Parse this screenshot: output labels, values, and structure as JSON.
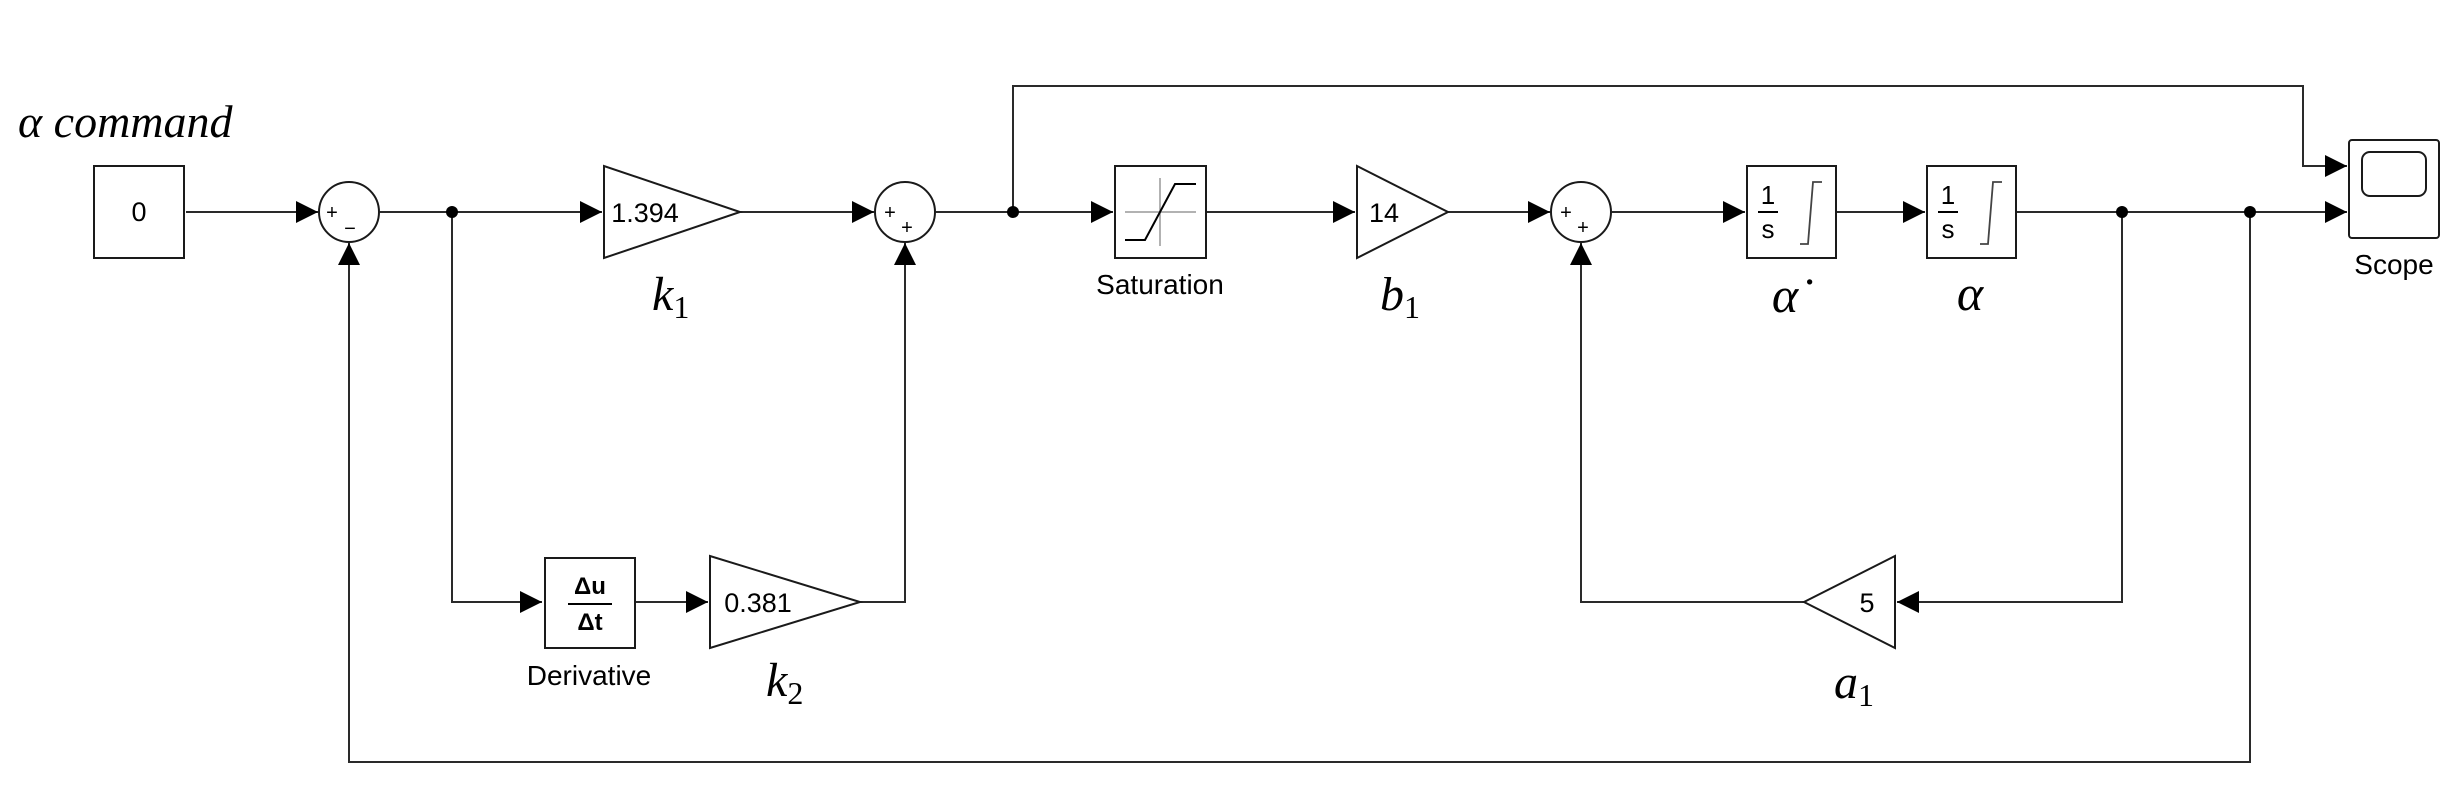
{
  "input_label": "α command",
  "blocks": {
    "constant": "0",
    "k1_gain": "1.394",
    "k2_gain": "0.381",
    "b1_gain": "14",
    "a1_gain": "5",
    "derivative_num": "Δu",
    "derivative_den": "Δt",
    "derivative_label": "Derivative",
    "saturation_label": "Saturation",
    "integrator_num": "1",
    "integrator_den": "s",
    "scope_label": "Scope"
  },
  "sum_signs": {
    "sum1": [
      "+",
      "−"
    ],
    "sum2": [
      "+",
      "+"
    ],
    "sum3": [
      "+",
      "+"
    ]
  },
  "symbols": {
    "k1": {
      "base": "k",
      "sub": "1"
    },
    "k2": {
      "base": "k",
      "sub": "2"
    },
    "b1": {
      "base": "b",
      "sub": "1"
    },
    "a1": {
      "base": "a",
      "sub": "1"
    },
    "alpha_dot": "α̇",
    "alpha": "α"
  },
  "colors": {
    "line": "#2a2a2a",
    "block_border": "#1a1a1a",
    "background": "#ffffff"
  }
}
